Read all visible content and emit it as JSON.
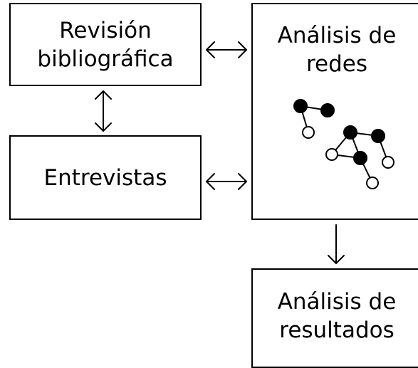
{
  "boxes": {
    "revision": {
      "line1": "Revisión",
      "line2": "bibliográfica"
    },
    "entrevistas": {
      "label": "Entrevistas"
    },
    "redes": {
      "line1": "Análisis de",
      "line2": "redes"
    },
    "resultados": {
      "line1": "Análisis de",
      "line2": "resultados"
    }
  },
  "icons": {
    "network": "network-graph-icon",
    "arrows": [
      "double-arrow-horizontal",
      "double-arrow-vertical",
      "arrow-down"
    ]
  },
  "colors": {
    "stroke": "#000000",
    "background": "#ffffff",
    "node_filled": "#000000",
    "node_empty": "#ffffff"
  }
}
